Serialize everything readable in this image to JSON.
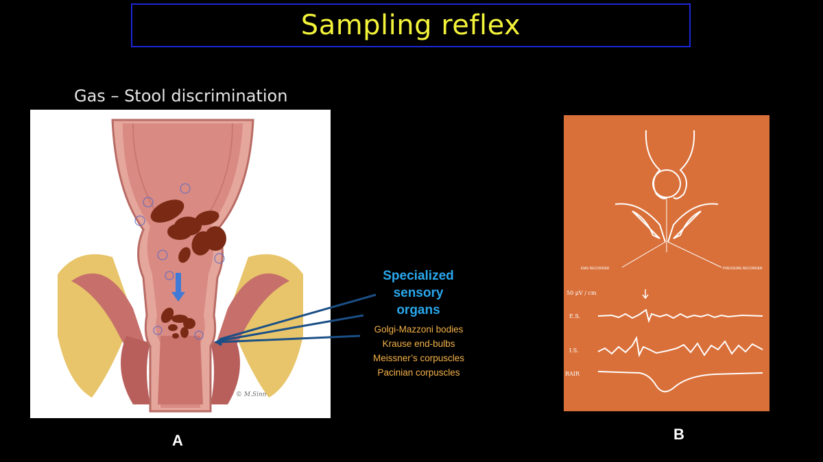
{
  "slide": {
    "title": "Sampling reflex",
    "subtitle": "Gas – Stool discrimination",
    "panel_a_label": "A",
    "panel_b_label": "B"
  },
  "sensory_organs": {
    "heading_lines": [
      "Specialized",
      "sensory",
      "organs"
    ],
    "items": [
      "Golgi-Mazzoni bodies",
      "Krause end-bulbs",
      "Meissner’s corpuscles",
      "Pacinian corpuscles"
    ]
  },
  "panel_a": {
    "signature": "© M.Sinn"
  },
  "panel_b": {
    "recorders": [
      "EMG RECORDER",
      "PRESSURE RECORDER"
    ],
    "scale": "50 μV / cm",
    "traces": [
      "E.S.",
      "I.S.",
      "RAIR"
    ]
  },
  "colors": {
    "background": "#000000",
    "title_text": "#f3f33a",
    "title_border": "#1c27d8",
    "organs_heading": "#2aa7ec",
    "organs_list": "#f5b24a",
    "panel_b_background": "#d9703a"
  }
}
